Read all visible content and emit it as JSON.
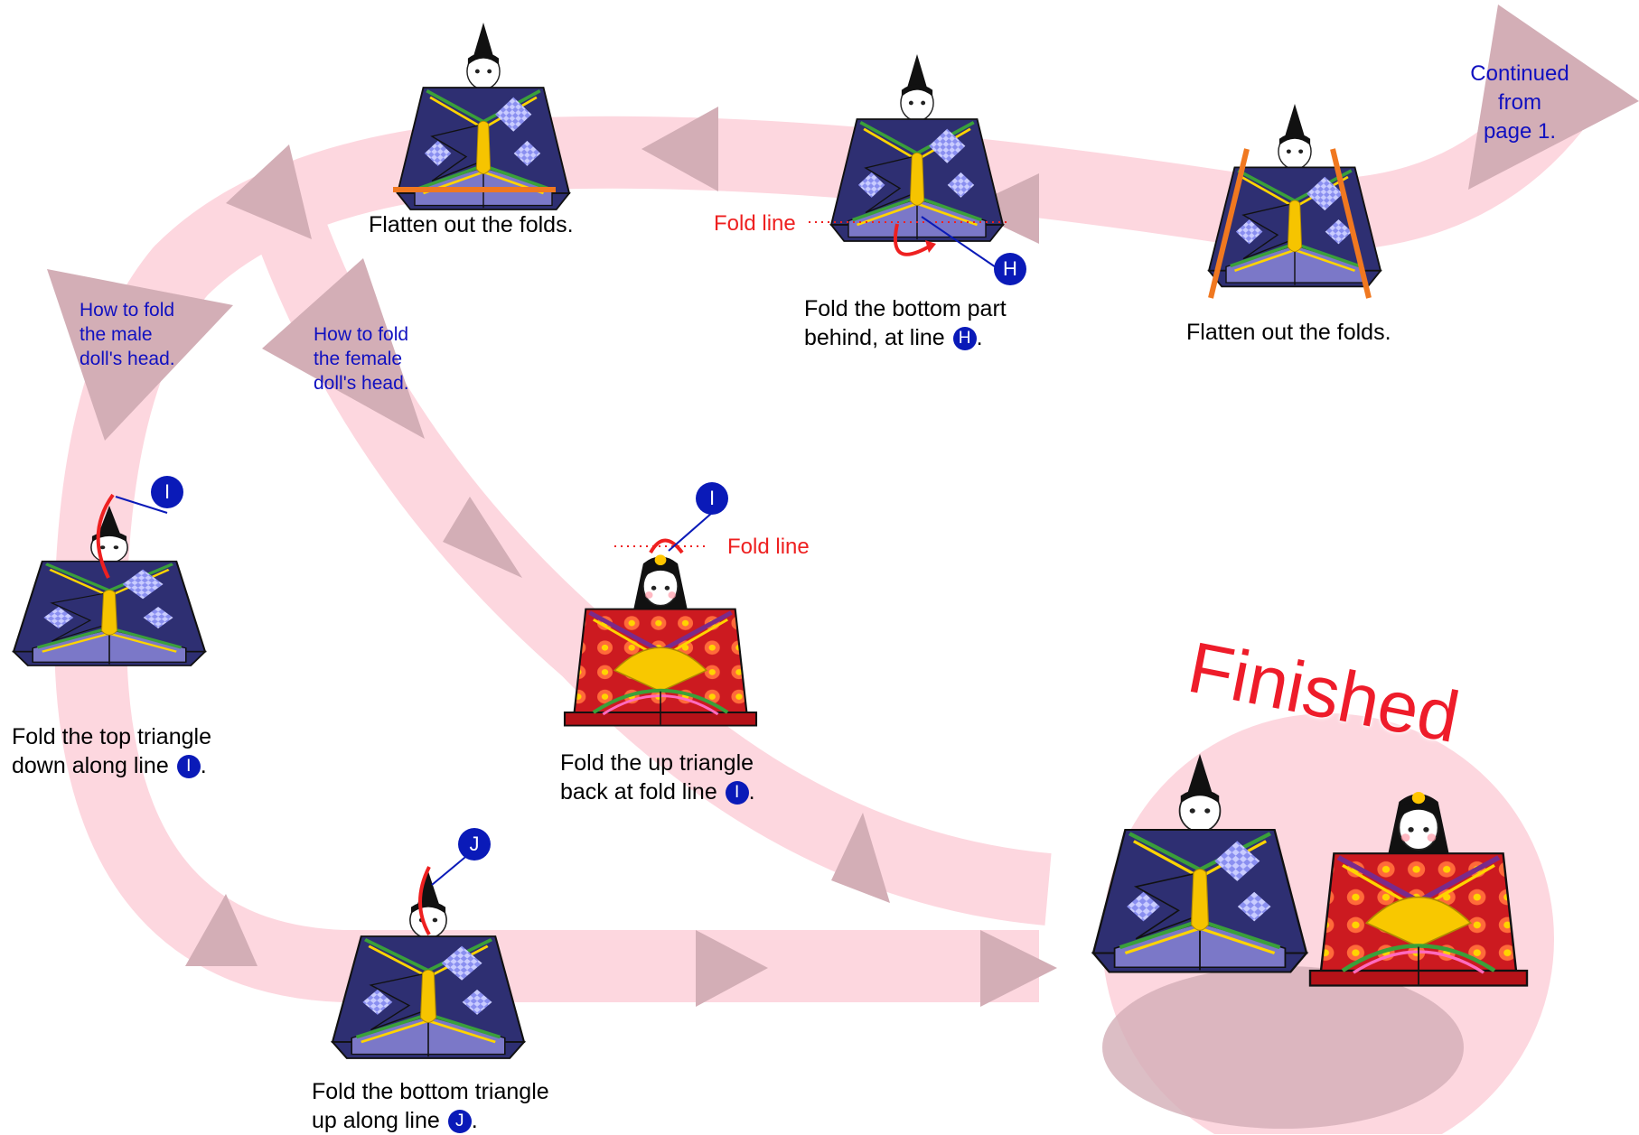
{
  "steps": {
    "flatten_top": "Flatten out the folds.",
    "fold_bottom_behind_1": "Fold the bottom part",
    "fold_bottom_behind_2": "behind, at line",
    "flatten_right": "Flatten out the folds.",
    "fold_top_triangle_1": "Fold the top triangle",
    "fold_top_triangle_2": "down along line",
    "fold_up_triangle_1": "Fold the up triangle",
    "fold_up_triangle_2": "back at fold line",
    "fold_bottom_triangle_1": "Fold the bottom triangle",
    "fold_bottom_triangle_2": "up along line",
    "period": "."
  },
  "notes": {
    "continued": [
      "Continued",
      "from",
      "page 1."
    ],
    "male_head": [
      "How to fold",
      "the male",
      "doll's head."
    ],
    "female_head": [
      "How to fold",
      "the female",
      "doll's head."
    ]
  },
  "fold_line_label": "Fold line",
  "markers": {
    "H": "H",
    "I": "I",
    "J": "J"
  },
  "finished": "Finished",
  "colors": {
    "path": "#fdd7df",
    "path_arrow": "#d3aeb6",
    "robe_blue": "#2e2f72",
    "robe_red": "#cc1a20",
    "marker_blue": "#0a1ab8",
    "fold_red": "#ee2020",
    "note_blue": "#1010c0",
    "edge_orange": "#f07820"
  }
}
